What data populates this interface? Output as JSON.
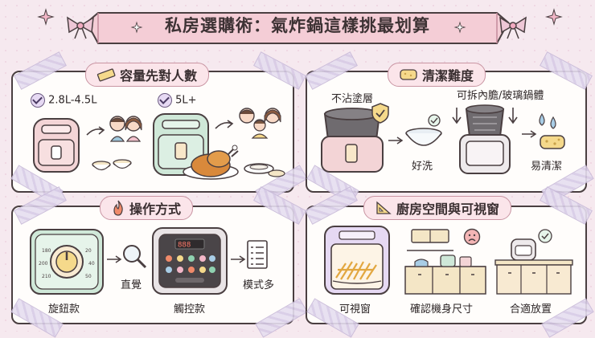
{
  "title": "私房選購術：氣炸鍋這樣挑最划算",
  "sections": {
    "capacity": {
      "heading": "容量先對人數",
      "option_small": "2.8L-4.5L",
      "option_large": "5L+"
    },
    "cleaning": {
      "heading": "清潔難度",
      "nonstick_label": "不沾塗層",
      "easy_wash": "好洗",
      "removable_label": "可拆內膽/玻璃鍋體",
      "easy_clean": "易清潔"
    },
    "operation": {
      "heading": "操作方式",
      "knob_label": "旋鈕款",
      "intuitive_label": "直覺",
      "touch_label": "觸控款",
      "modes_label": "模式多"
    },
    "kitchen": {
      "heading": "廚房空間與可視窗",
      "window_label": "可視窗",
      "size_label": "確認機身尺寸",
      "placement_label": "合適放置"
    }
  },
  "colors": {
    "background": "#f6e9ef",
    "banner": "#f4cdd6",
    "header_pill": "#fbe5ea",
    "mint": "#cfe8d8",
    "pink_device": "#f3d4d6",
    "lavender": "#e6d9f3"
  },
  "icons": [
    "ruler-icon",
    "sponge-icon",
    "flame-icon",
    "triangle-ruler-icon",
    "bow-icon",
    "sparkle-icon",
    "shield-check-icon",
    "check-icon",
    "magnifier-icon",
    "list-icon",
    "sad-face-icon",
    "arrow-icon",
    "water-drop-icon"
  ]
}
